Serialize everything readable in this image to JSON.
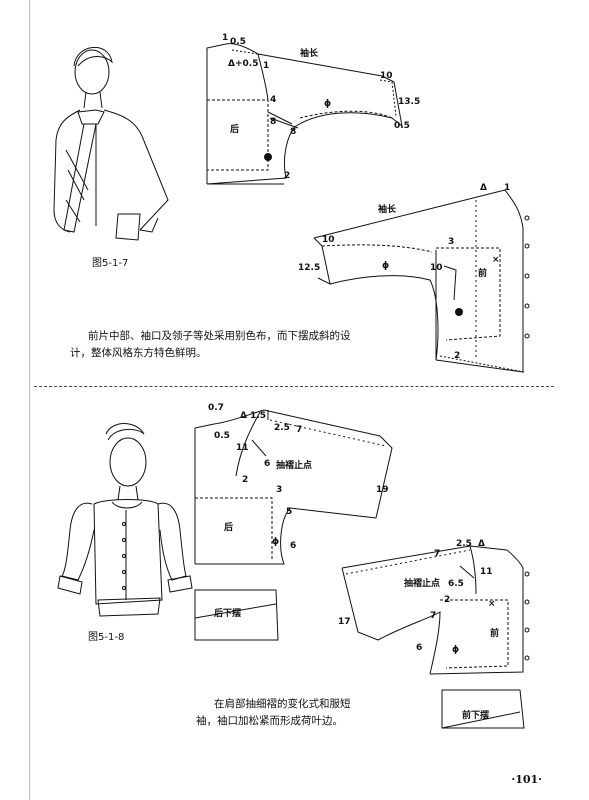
{
  "fig1": {
    "label": "图5-1-7",
    "caption_line1": "前片中部、袖口及领子等处采用别色布，而下摆成斜的设",
    "caption_line2": "计，整体风格东方特色鲜明。",
    "back": {
      "n1": "1",
      "n05": "0.5",
      "delta": "Δ+0.5",
      "n1b": "1",
      "sleeve": "袖长",
      "n10": "10",
      "n4": "4",
      "n8a": "8",
      "n8b": "8",
      "phi": "ϕ",
      "n135": "13.5",
      "n05b": "0.5",
      "back": "后",
      "n2": "2"
    },
    "front": {
      "delta": "Δ",
      "n1": "1",
      "sleeve": "袖长",
      "n10a": "10",
      "n3": "3",
      "n125": "12.5",
      "phi": "ϕ",
      "n10b": "10",
      "front": "前",
      "x": "×",
      "n2": "2"
    }
  },
  "fig2": {
    "label": "图5-1-8",
    "caption_line1": "在肩部抽细褶的变化式和服短",
    "caption_line2": "袖，袖口加松紧而形成荷叶边。",
    "back": {
      "n07": "0.7",
      "delta15": "Δ 1.5",
      "n05": "0.5",
      "n25": "2.5",
      "n7": "7",
      "n11": "11",
      "n6": "6",
      "gather": "抽褶止点",
      "n2": "2",
      "n19": "19",
      "n3": "3",
      "n5": "5",
      "back": "后",
      "phi": "ϕ",
      "n6b": "6",
      "hem": "后下摆"
    },
    "front": {
      "n7": "7",
      "n25": "2.5",
      "delta": "Δ",
      "gather": "抽褶止点",
      "n65": "6.5",
      "n11": "11",
      "n17": "17",
      "n2": "2",
      "n7b": "7",
      "x": "×",
      "front": "前",
      "n6": "6",
      "phi": "ϕ",
      "hem": "前下摆"
    }
  },
  "page_number": "·101·"
}
